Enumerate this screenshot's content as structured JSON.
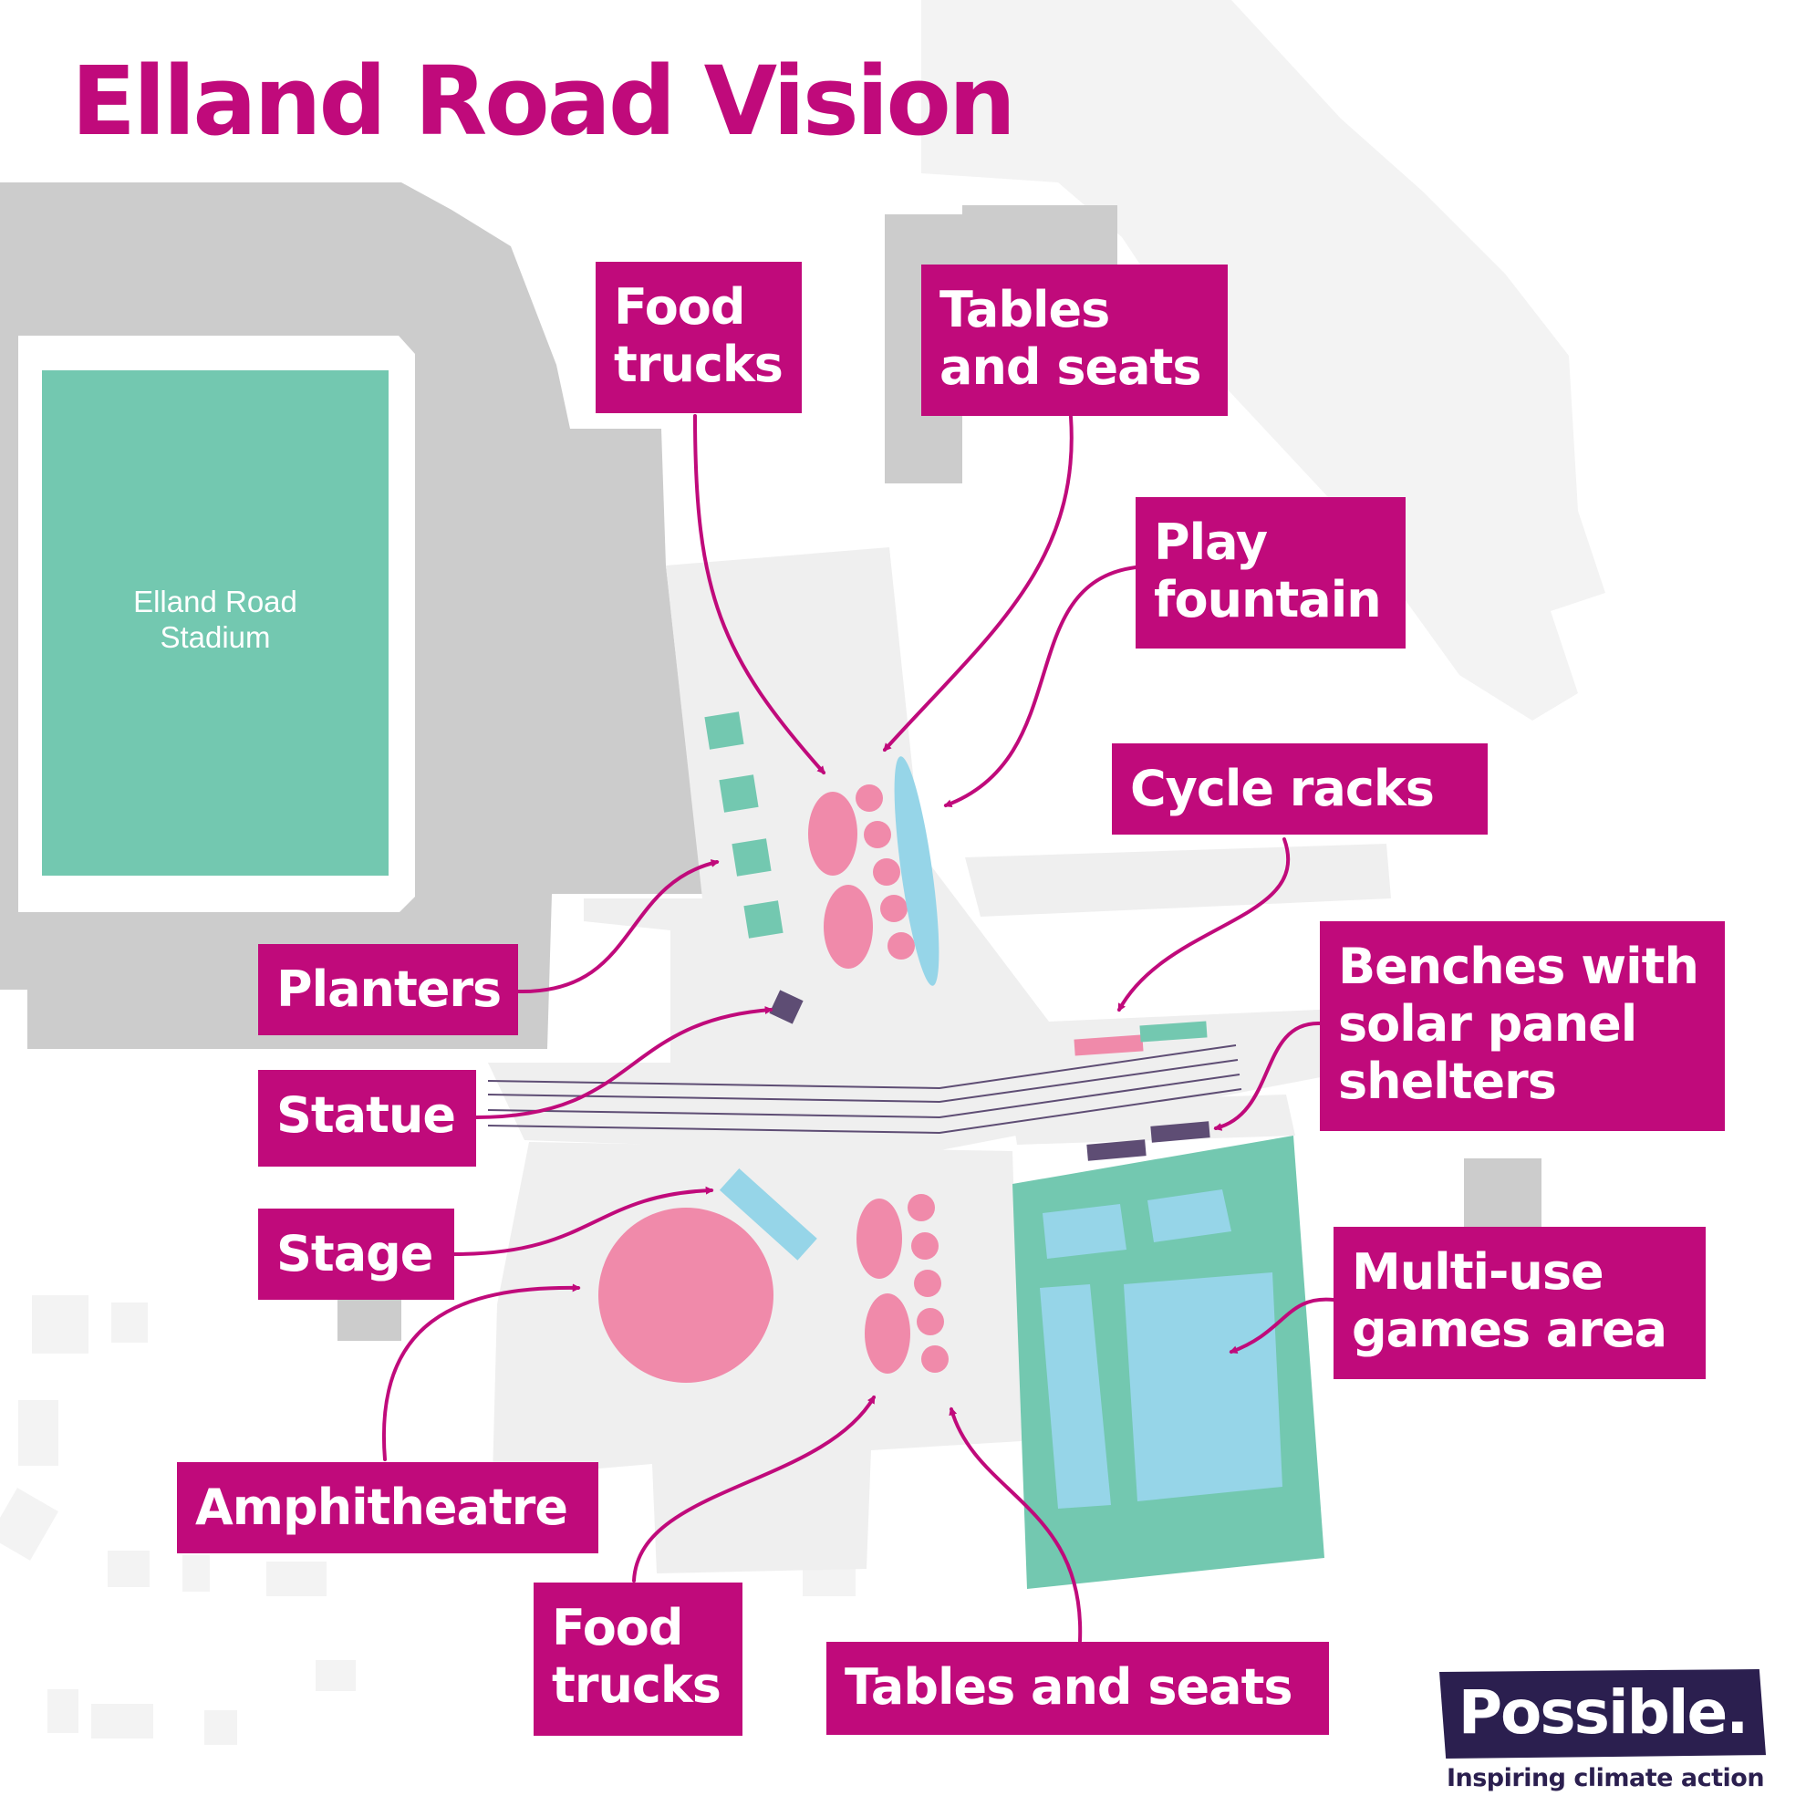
{
  "title": "Elland Road Vision",
  "colors": {
    "accent": "#c00a7b",
    "pitch_green": "#73c8b0",
    "pink": "#f08aaa",
    "light_blue": "#96d5e8",
    "dark_purple": "#5e4d74",
    "stadium_grey": "#cccccc",
    "plaza_grey": "#efefef",
    "background_grey": "#f3f3f3",
    "logo_bg": "#2b1f4f"
  },
  "map": {
    "stadium_label": "Elland Road\nStadium"
  },
  "labels": [
    {
      "id": "food-trucks-north",
      "text": "Food\ntrucks"
    },
    {
      "id": "tables-seats-north",
      "text": "Tables\nand seats"
    },
    {
      "id": "play-fountain",
      "text": "Play\nfountain"
    },
    {
      "id": "cycle-racks",
      "text": "Cycle racks"
    },
    {
      "id": "planters",
      "text": "Planters"
    },
    {
      "id": "benches-solar",
      "text": "Benches with\nsolar panel\nshelters"
    },
    {
      "id": "statue",
      "text": "Statue"
    },
    {
      "id": "stage",
      "text": "Stage"
    },
    {
      "id": "multi-use-games",
      "text": "Multi-use\ngames area"
    },
    {
      "id": "amphitheatre",
      "text": "Amphitheatre"
    },
    {
      "id": "food-trucks-south",
      "text": "Food\ntrucks"
    },
    {
      "id": "tables-seats-south",
      "text": "Tables and seats"
    }
  ],
  "brand": {
    "name": "Possible.",
    "tagline": "Inspiring climate action"
  }
}
